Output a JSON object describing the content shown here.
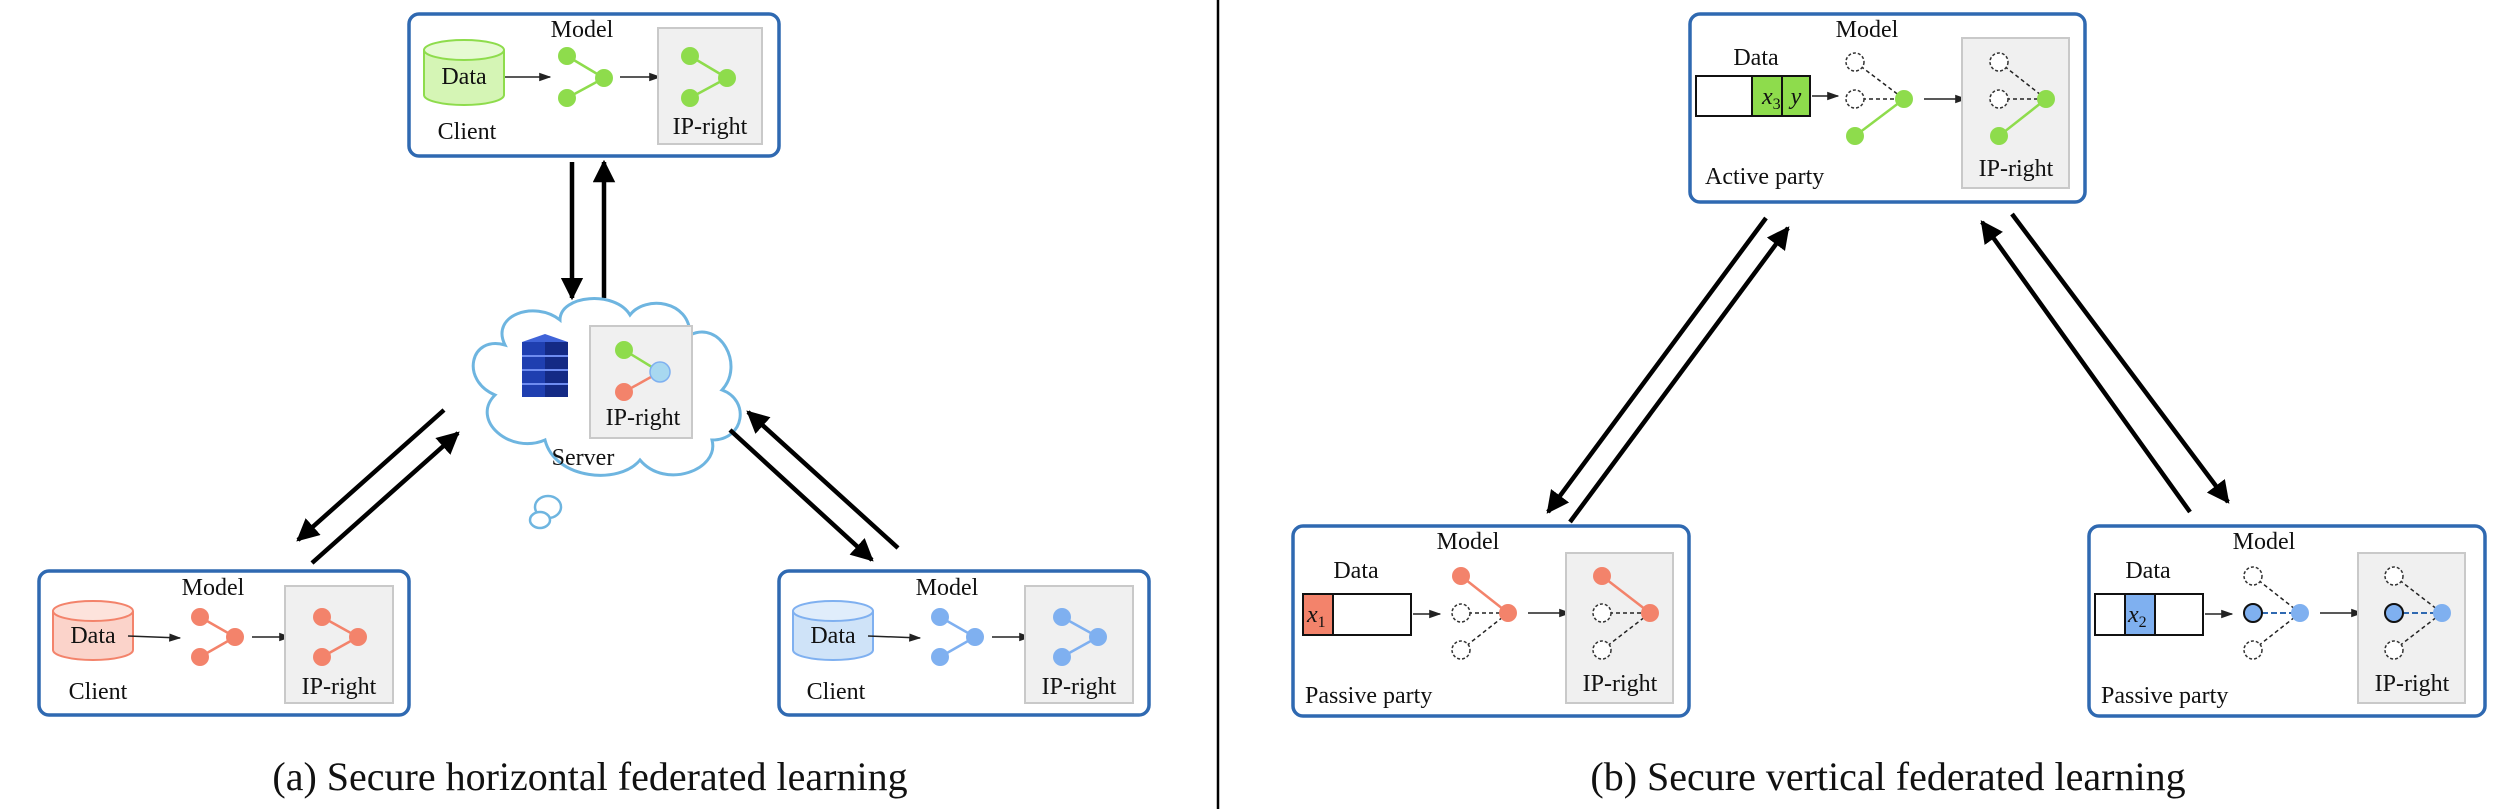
{
  "panel_a": {
    "caption": "(a) Secure horizontal federated learning",
    "top_client": {
      "model_label": "Model",
      "data_label": "Data",
      "client_label": "Client",
      "ip_label": "IP-right"
    },
    "server": {
      "label": "Server",
      "ip_label": "IP-right"
    },
    "left_client": {
      "model_label": "Model",
      "data_label": "Data",
      "client_label": "Client",
      "ip_label": "IP-right"
    },
    "right_client": {
      "model_label": "Model",
      "data_label": "Data",
      "client_label": "Client",
      "ip_label": "IP-right"
    }
  },
  "panel_b": {
    "caption": "(b) Secure vertical federated learning",
    "active": {
      "model_label": "Model",
      "data_label": "Data",
      "feature_label": "x",
      "feature_sub": "3",
      "target_label": "y",
      "party_label": "Active party",
      "ip_label": "IP-right"
    },
    "passive_left": {
      "model_label": "Model",
      "data_label": "Data",
      "feature_label": "x",
      "feature_sub": "1",
      "party_label": "Passive party",
      "ip_label": "IP-right"
    },
    "passive_right": {
      "model_label": "Model",
      "data_label": "Data",
      "feature_label": "x",
      "feature_sub": "2",
      "party_label": "Passive party",
      "ip_label": "IP-right"
    }
  },
  "colors": {
    "box_border": "#2f69b1",
    "green": "#8edc4c",
    "red": "#f3836b",
    "blue": "#7fb0f0",
    "ip_bg": "#f0f0f0",
    "cloud": "#6eb5e0",
    "server_icon": "#1f3fb0"
  }
}
